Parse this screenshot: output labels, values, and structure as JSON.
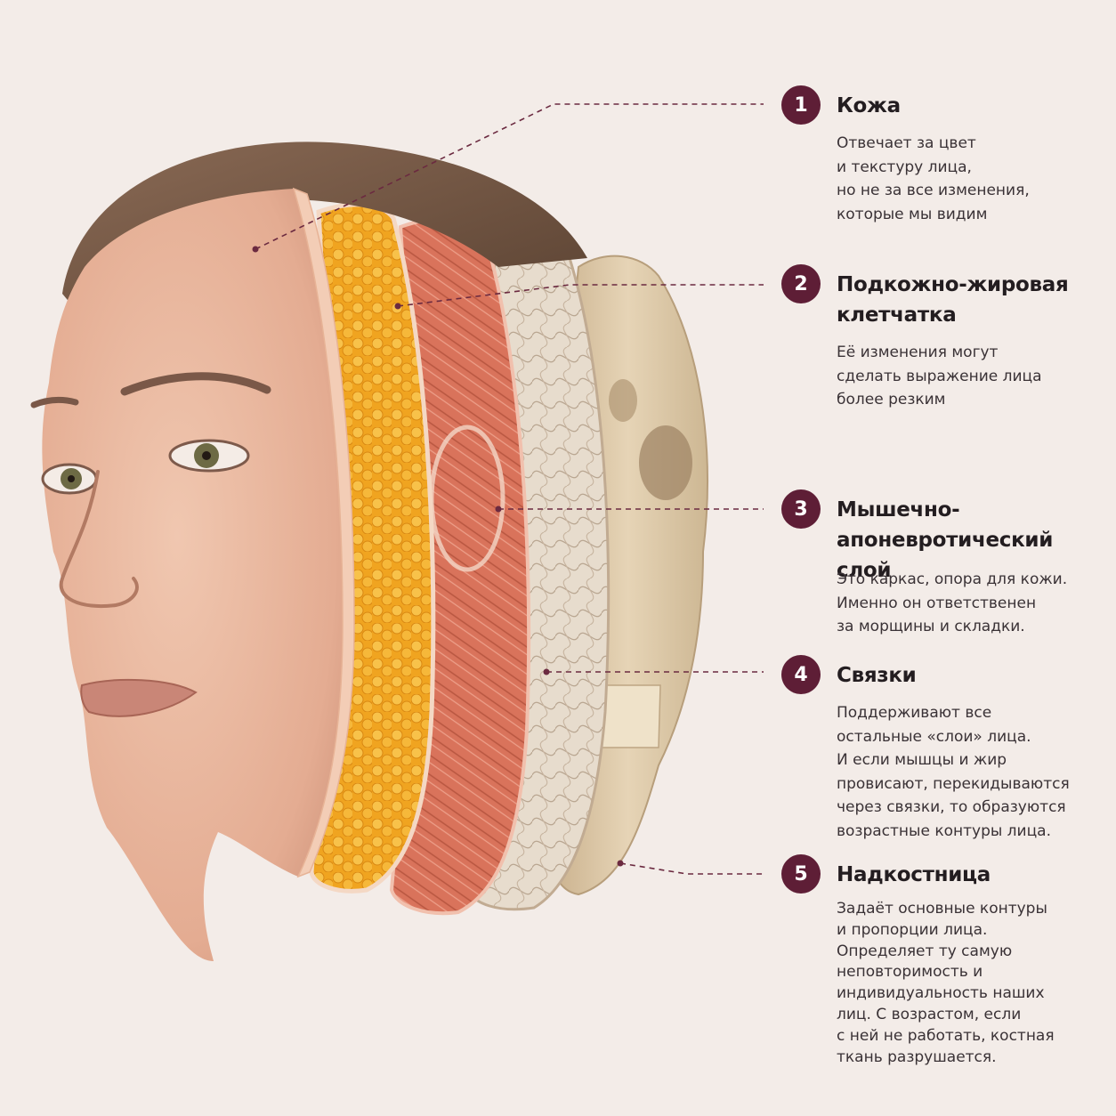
{
  "colors": {
    "background": "#f3ece8",
    "badge": "#5e1e36",
    "leader_line": "#6b2a40",
    "skin": "#e8b69c",
    "fat": "#f2a623",
    "muscle": "#d8725a",
    "ligaments": "#e3d6c6",
    "bone": "#dcc8a6"
  },
  "layers": [
    {
      "number": "1",
      "title": "Кожа",
      "description": "Отвечает за цвет\nи текстуру лица,\nно не за все изменения,\nкоторые мы видим"
    },
    {
      "number": "2",
      "title": "Подкожно-жировая\nклетчатка",
      "description": "Её изменения могут\nсделать выражение лица\nболее резким"
    },
    {
      "number": "3",
      "title": "Мышечно-\nапоневротический слой",
      "description": "Это каркас, опора для кожи.\nИменно он ответственен\nза морщины и складки."
    },
    {
      "number": "4",
      "title": "Связки",
      "description": "Поддерживают все\nостальные «слои» лица.\nИ если мышцы и жир\nпровисают, перекидываются\nчерез связки, то образуются\nвозрастные контуры лица."
    },
    {
      "number": "5",
      "title": "Надкостница",
      "description": "Задаёт основные контуры\nи пропорции лица.\nОпределяет ту самую\nнеповторимость и\nиндивидуальность наших\nлиц. С возрастом, если\nс ней не работать, костная\nткань разрушается."
    }
  ]
}
